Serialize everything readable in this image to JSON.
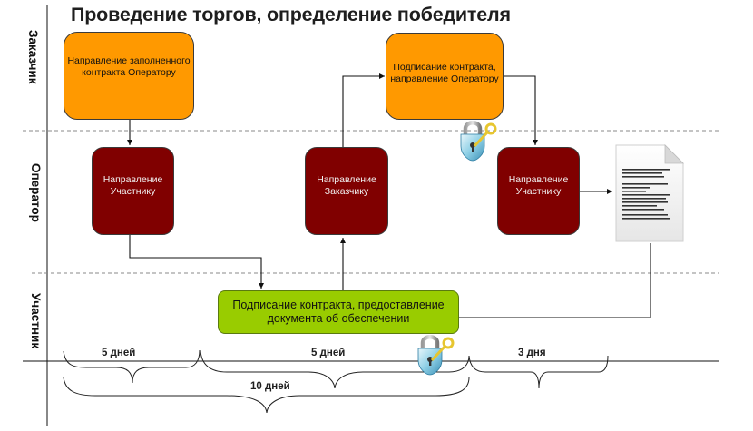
{
  "title": "Проведение торгов, определение победителя",
  "lanes": [
    {
      "id": "customer",
      "label": "Заказчик"
    },
    {
      "id": "operator",
      "label": "Оператор"
    },
    {
      "id": "participant",
      "label": "Участник"
    }
  ],
  "steps": {
    "customer_send": {
      "lane": "customer",
      "lines": [
        "Направление заполненного",
        "контракта Оператору"
      ],
      "color": "#ff9900"
    },
    "customer_sign": {
      "lane": "customer",
      "lines": [
        "Подписание контракта,",
        "направление Оператору"
      ],
      "color": "#ff9900"
    },
    "operator_to_participant_1": {
      "lane": "operator",
      "lines": [
        "Направление",
        "Участнику"
      ],
      "color": "#800000"
    },
    "operator_to_customer": {
      "lane": "operator",
      "lines": [
        "Направление",
        "Заказчику"
      ],
      "color": "#800000"
    },
    "operator_to_participant_2": {
      "lane": "operator",
      "lines": [
        "Направление",
        "Участнику"
      ],
      "color": "#800000"
    },
    "participant_sign": {
      "lane": "participant",
      "lines": [
        "Подписание контракта, предоставление",
        "документа об обеспечении"
      ],
      "color": "#99cc00"
    }
  },
  "flows": [
    {
      "from": "customer_send",
      "to": "operator_to_participant_1"
    },
    {
      "from": "operator_to_participant_1",
      "to": "participant_sign"
    },
    {
      "from": "participant_sign",
      "to": "operator_to_customer"
    },
    {
      "from": "operator_to_customer",
      "to": "customer_sign"
    },
    {
      "from": "customer_sign",
      "to": "operator_to_participant_2"
    },
    {
      "from": "operator_to_participant_2",
      "to": "signed_contract_document"
    },
    {
      "from": "signed_contract_document",
      "to": "participant_sign"
    }
  ],
  "icons": {
    "lock_customer": "padlock-with-key-icon",
    "lock_participant": "padlock-with-key-icon",
    "document": "contract-document-icon"
  },
  "timeline": {
    "durations": [
      {
        "label": "5 дней"
      },
      {
        "label": "5 дней"
      },
      {
        "label": "3 дня"
      },
      {
        "label": "10 дней"
      }
    ]
  },
  "colors": {
    "customer": "#ff9900",
    "operator": "#800000",
    "participant": "#99cc00",
    "line": "#111111",
    "separator": "#888888"
  }
}
